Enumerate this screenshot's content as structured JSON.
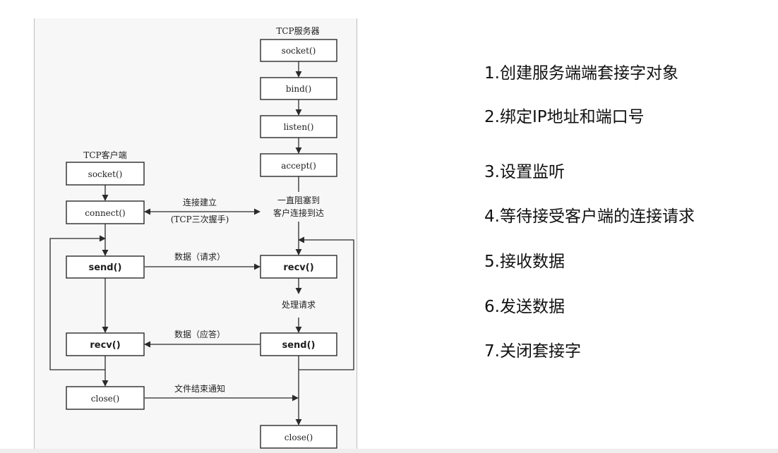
{
  "diagram": {
    "server_title": "TCP服务器",
    "client_title": "TCP客户端",
    "server_boxes": [
      "socket()",
      "bind()",
      "listen()",
      "accept()",
      "recv()",
      "send()",
      "close()"
    ],
    "client_boxes": [
      "socket()",
      "connect()",
      "send()",
      "recv()",
      "close()"
    ],
    "labels": {
      "connect_established": "连接建立",
      "handshake": "(TCP三次握手)",
      "block_line1": "一直阻塞到",
      "block_line2": "客户连接到达",
      "data_request": "数据（请求）",
      "process_request": "处理请求",
      "data_response": "数据（应答）",
      "eof_notice": "文件结束通知"
    }
  },
  "steps": [
    "1.创建服务端端套接字对象",
    "2.绑定IP地址和端口号",
    "3.设置监听",
    "4.等待接受客户端的连接请求",
    "5.接收数据",
    "6.发送数据",
    "7.关闭套接字"
  ]
}
